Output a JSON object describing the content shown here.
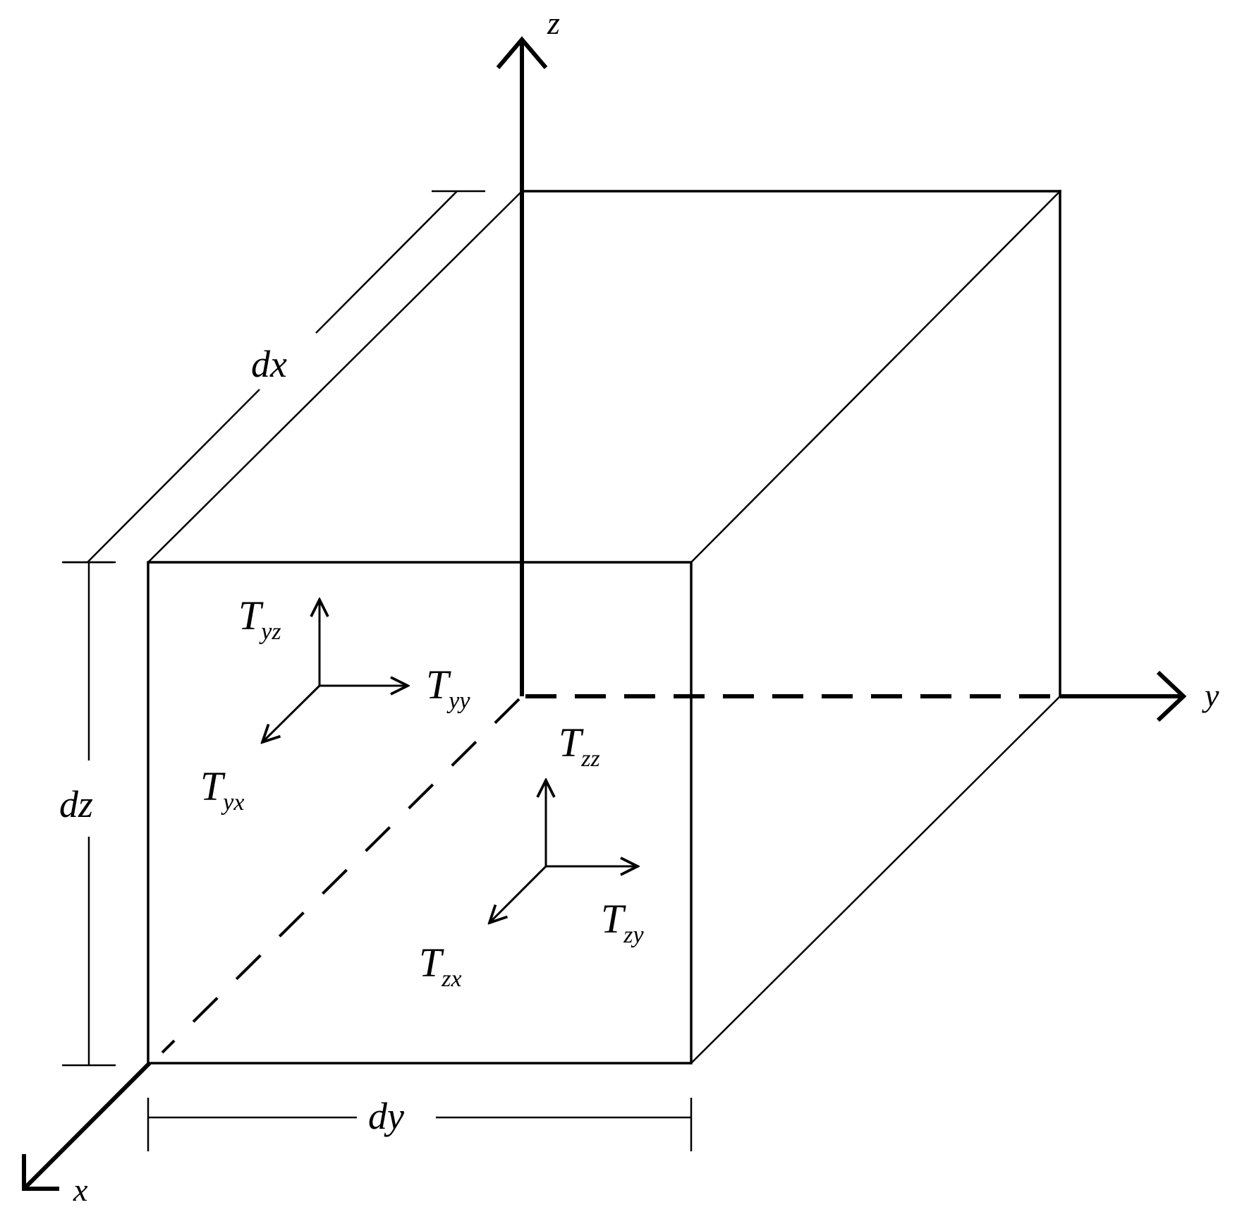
{
  "axes": {
    "x": "x",
    "y": "y",
    "z": "z"
  },
  "dimensions": {
    "dx": "dx",
    "dy": "dy",
    "dz": "dz"
  },
  "stresses": {
    "yz": {
      "main": "T",
      "sub": "yz"
    },
    "yy": {
      "main": "T",
      "sub": "yy"
    },
    "yx": {
      "main": "T",
      "sub": "yx"
    },
    "zz": {
      "main": "T",
      "sub": "zz"
    },
    "zy": {
      "main": "T",
      "sub": "zy"
    },
    "zx": {
      "main": "T",
      "sub": "zx"
    }
  }
}
